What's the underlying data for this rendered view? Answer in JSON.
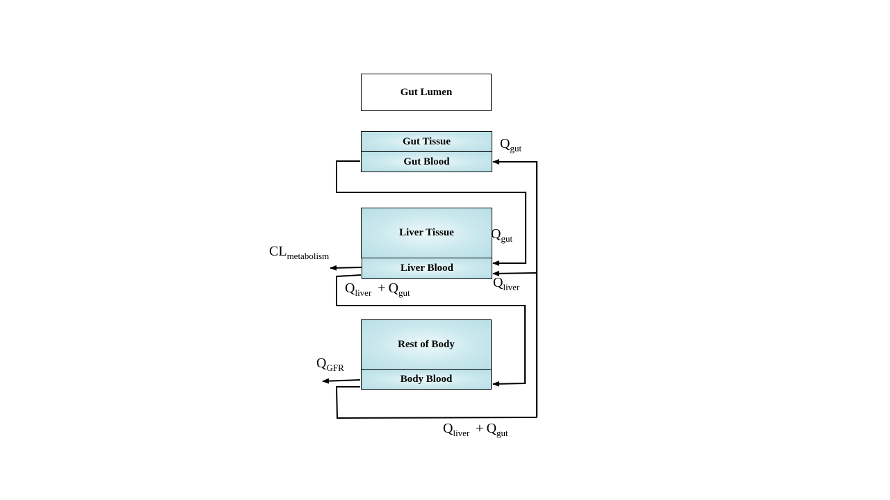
{
  "compartments": {
    "gut_lumen": "Gut Lumen",
    "gut_tissue": "Gut Tissue",
    "gut_blood": "Gut Blood",
    "liver_tissue": "Liver Tissue",
    "liver_blood": "Liver Blood",
    "rest_of_body": "Rest of Body",
    "body_blood": "Body Blood"
  },
  "flows": {
    "q_gut_top": {
      "symbol": "Q",
      "sub": "gut"
    },
    "q_gut_mid": {
      "symbol": "Q",
      "sub": "gut"
    },
    "q_liver": {
      "symbol": "Q",
      "sub": "liver"
    },
    "cl_metabolism": {
      "symbol": "CL",
      "sub": "metabolism"
    },
    "q_liver_plus_gut_mid": {
      "symbol1": "Q",
      "sub1": "liver",
      "op": "+",
      "symbol2": "Q",
      "sub2": "gut"
    },
    "q_gfr": {
      "symbol": "Q",
      "sub": "GFR"
    },
    "q_liver_plus_gut_bottom": {
      "symbol1": "Q",
      "sub1": "liver",
      "op": "+",
      "symbol2": "Q",
      "sub2": "gut"
    }
  },
  "colors": {
    "tissue_fill": "#c9e8ed",
    "line": "#000000"
  }
}
